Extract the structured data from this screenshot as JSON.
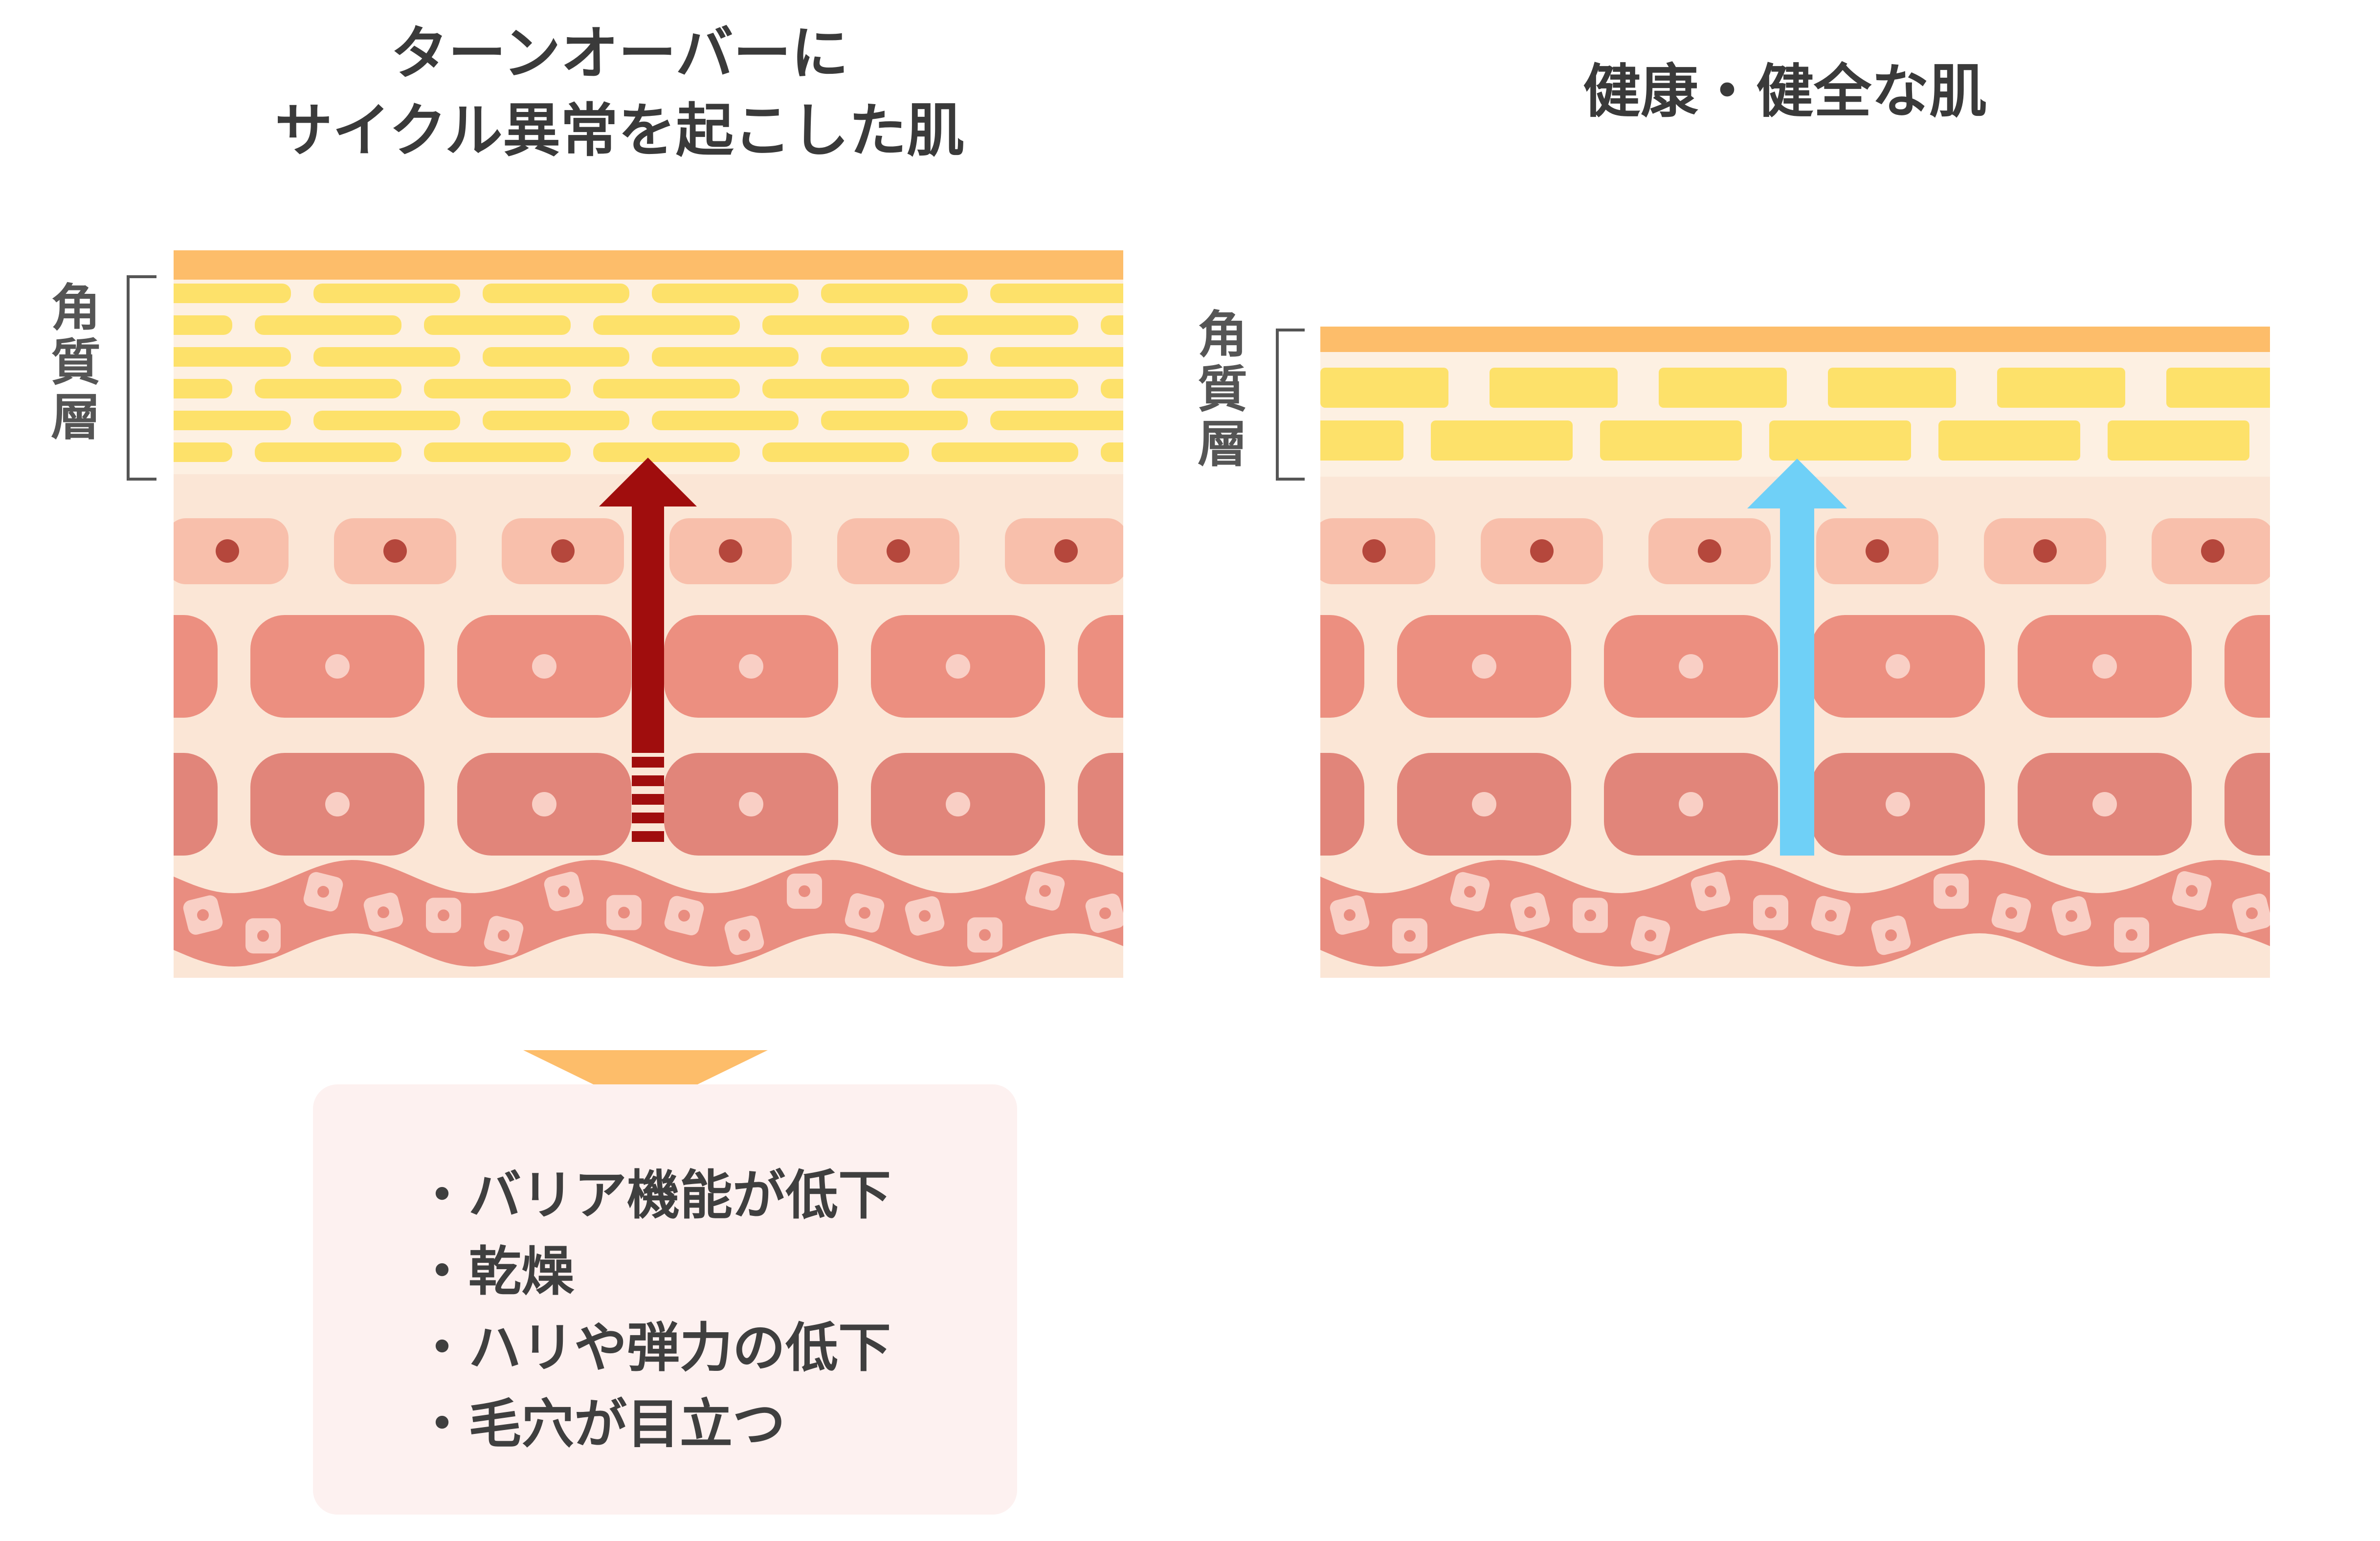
{
  "titles": {
    "left_line1": "ターンオーバーに",
    "left_line2": "サイクル異常を起こした肌",
    "right": "健康・健全な肌"
  },
  "layer_label": {
    "chars": [
      "角",
      "質",
      "層"
    ]
  },
  "effects": {
    "items": [
      "バリア機能が低下",
      "乾燥",
      "ハリや弾力の低下",
      "毛穴が目立つ"
    ]
  },
  "colors": {
    "background": "#ffffff",
    "surface_stripe": "#fdbd6a",
    "horny_cell": "#fde16a",
    "horny_bg": "#fdf0e2",
    "skin_bg": "#fbe6d6",
    "top_cell": "#f8bfab",
    "top_nucleus": "#b5473c",
    "mid_cell": "#ec8f80",
    "low_cell": "#e1857a",
    "cell_nucleus": "#f9cfc5",
    "basal_wave": "#e98d80",
    "abnormal_arrow": "#a00d0d",
    "healthy_arrow": "#6fd0f7",
    "down_triangle": "#fdbd6a",
    "box_bg": "#fdf1f0"
  }
}
